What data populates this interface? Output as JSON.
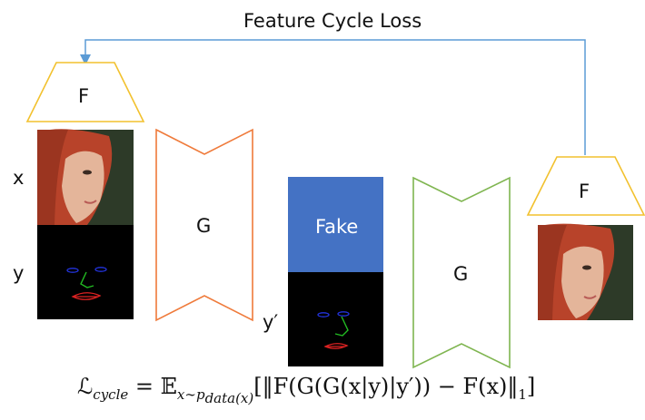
{
  "top_label": "Feature Cycle Loss",
  "encoder_label": "F",
  "generator_label": "G",
  "fake_label": "Fake",
  "x_label": "x",
  "y_label": "y",
  "y_prime_label": "y′",
  "formula": {
    "lhs_main": "ℒ",
    "lhs_sub": "cycle",
    "equals": " = ",
    "expect": "𝔼",
    "expect_sub": "x∼p",
    "expect_sub2": "data(x)",
    "body": "[‖F(G(G(x|y)|y′)) − F(x)‖",
    "norm_sub": "1",
    "close": "]"
  },
  "colors": {
    "encoder": "#f2c12e",
    "generator_left": "#ef7a3a",
    "generator_right": "#7fb550",
    "arrow": "#5b9bd5",
    "fake_box": "#4472c4"
  }
}
